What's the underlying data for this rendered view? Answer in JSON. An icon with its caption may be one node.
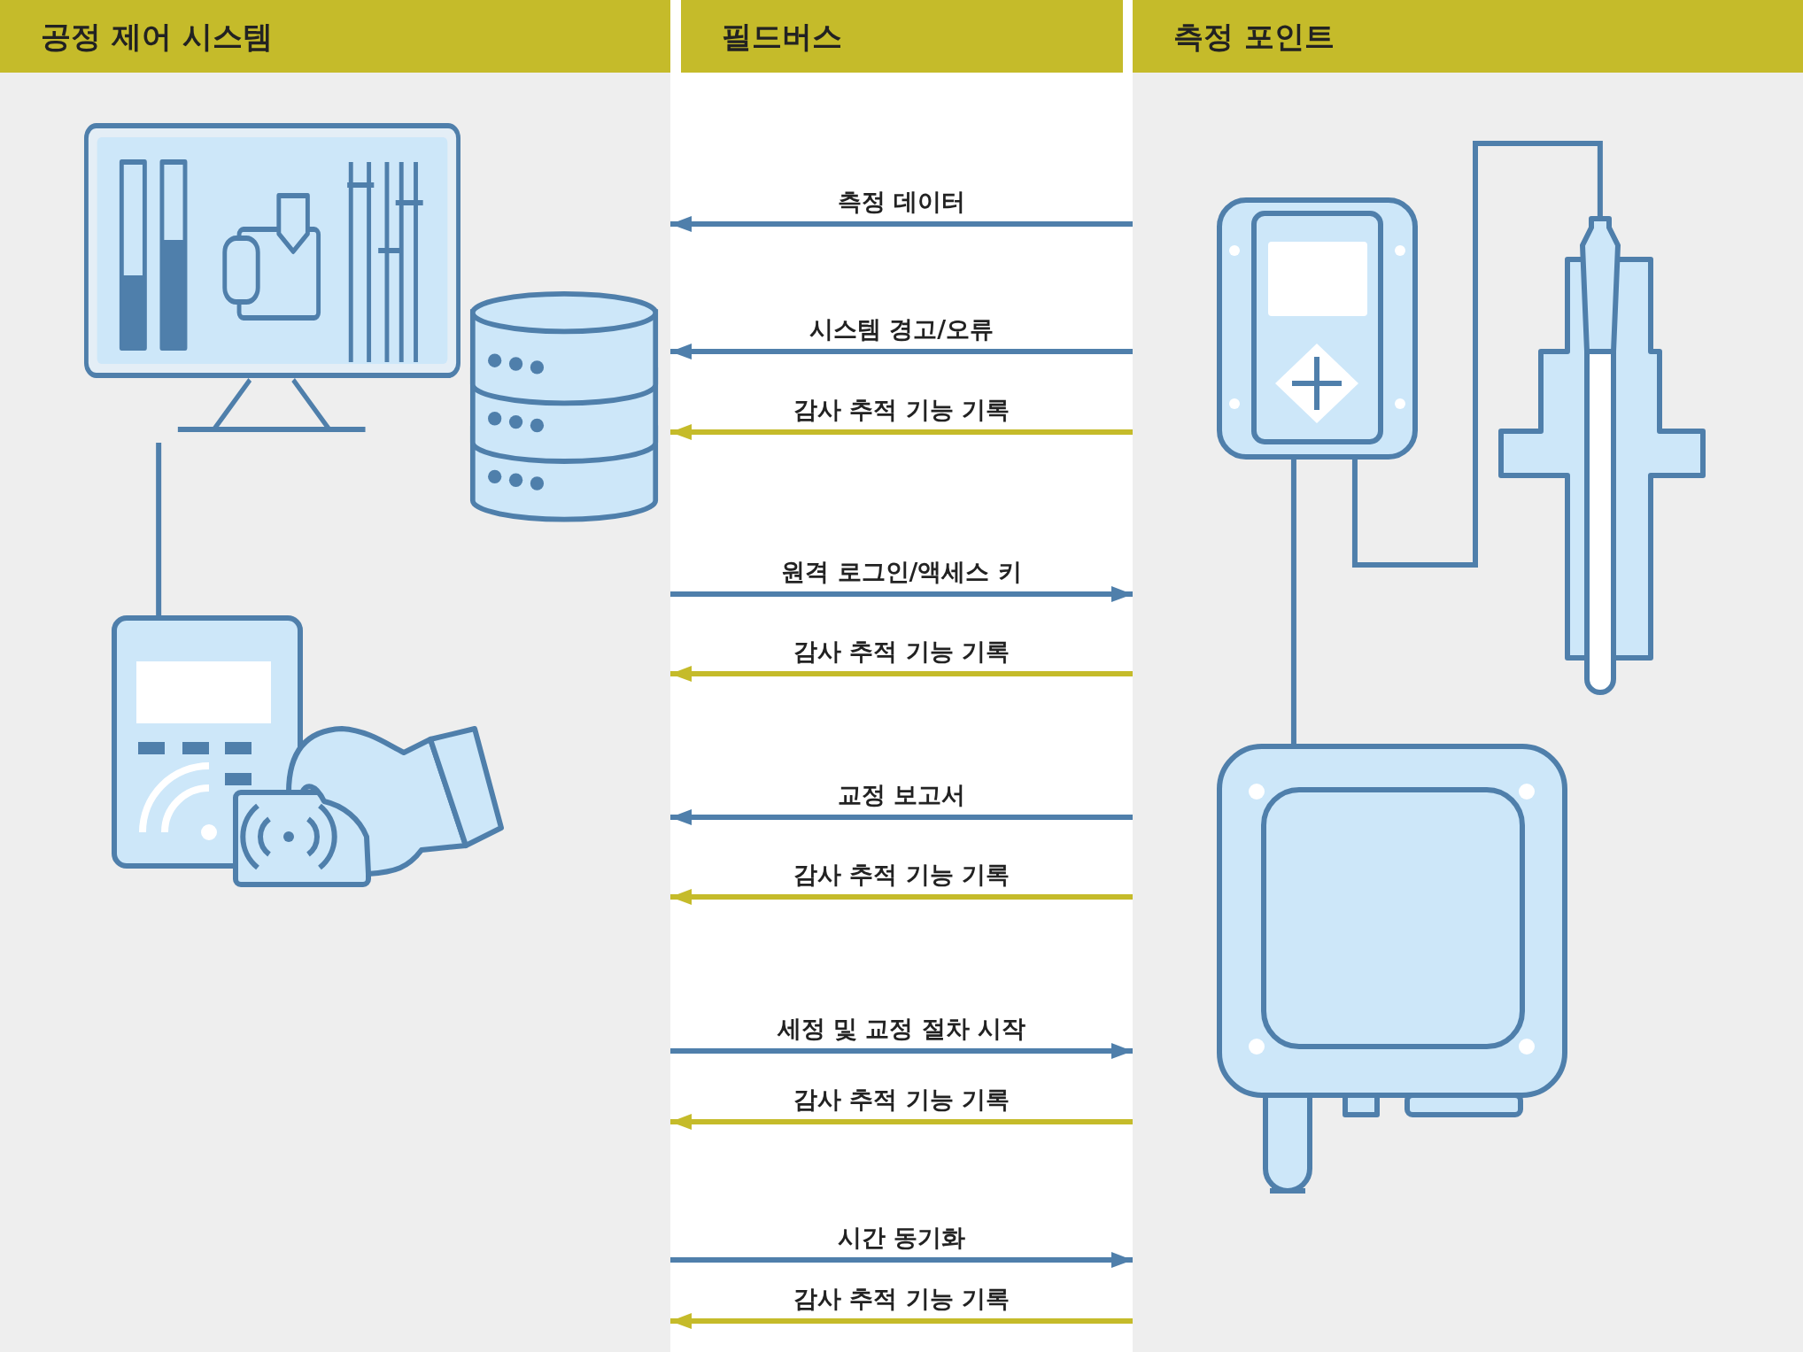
{
  "diagram": {
    "nodes": [
      {
        "text": [
          "공정 제어 시스템"
        ]
      },
      {
        "text": [
          "측정 포인트"
        ]
      },
      {
        "text": [],
        "shape": "picture",
        "in": 0
      },
      {
        "text": [],
        "shape": "picture",
        "in": 0
      },
      {
        "text": [],
        "shape": "picture",
        "in": 0
      },
      {
        "text": [],
        "shape": "picture",
        "in": 1
      },
      {
        "text": [],
        "shape": "picture",
        "in": 1
      },
      {
        "text": [],
        "shape": "picture",
        "in": 1
      }
    ],
    "edges": [
      {
        "from": 2,
        "to": 4,
        "arrow": "none"
      },
      {
        "from": 5,
        "to": 6,
        "arrow": "none"
      },
      {
        "from": 5,
        "to": 7,
        "arrow": "none"
      },
      {
        "from": 1,
        "to": 0,
        "arrow": "to",
        "label": "측정 데이터"
      },
      {
        "from": 1,
        "to": 0,
        "arrow": "to",
        "label": "시스템 경고/오류"
      },
      {
        "from": 1,
        "to": 0,
        "arrow": "to",
        "label": "감사 추적 기능 기록",
        "color": "#c5bb2a"
      },
      {
        "from": 0,
        "to": 1,
        "arrow": "to",
        "label": "원격 로그인/액세스 키"
      },
      {
        "from": 1,
        "to": 0,
        "arrow": "to",
        "label": "감사 추적 기능 기록",
        "color": "#c5bb2a"
      },
      {
        "from": 1,
        "to": 0,
        "arrow": "to",
        "label": "교정 보고서"
      },
      {
        "from": 1,
        "to": 0,
        "arrow": "to",
        "label": "감사 추적 기능 기록",
        "color": "#c5bb2a"
      },
      {
        "from": 0,
        "to": 1,
        "arrow": "to",
        "label": "세정 및 교정 절차 시작"
      },
      {
        "from": 1,
        "to": 0,
        "arrow": "to",
        "label": "감사 추적 기능 기록",
        "color": "#c5bb2a"
      },
      {
        "from": 0,
        "to": 1,
        "arrow": "to",
        "label": "시간 동기화"
      },
      {
        "from": 1,
        "to": 0,
        "arrow": "to",
        "label": "감사 추적 기능 기록",
        "color": "#c5bb2a"
      }
    ],
    "labels": [
      "필드버스"
    ]
  }
}
